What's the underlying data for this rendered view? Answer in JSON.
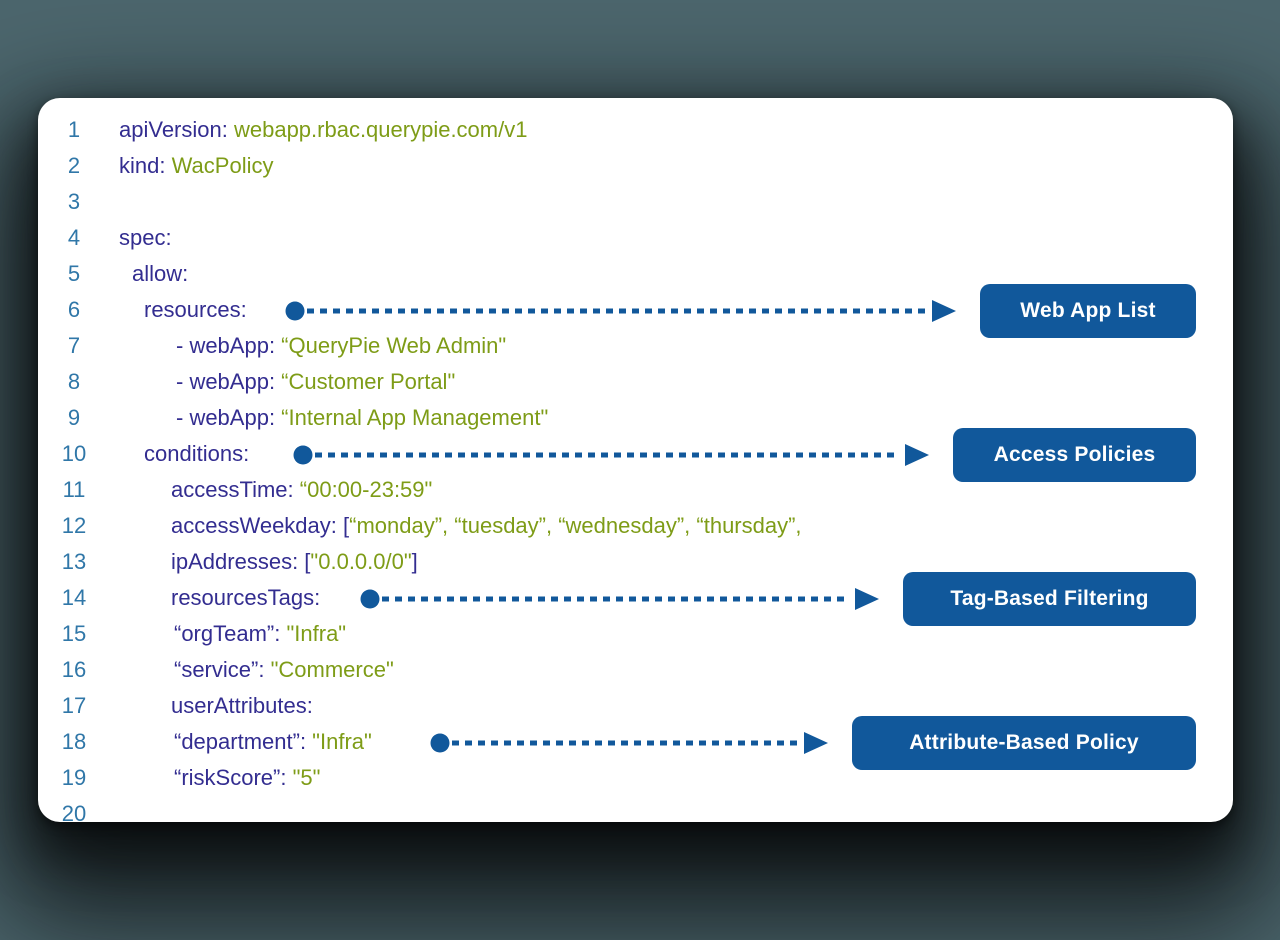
{
  "page": {
    "background": "#4C666D"
  },
  "colors": {
    "key": "#332D90",
    "value": "#7E9C17",
    "lineNumber": "#3077A8",
    "accent": "#11589B",
    "cardBackground": "#FFFFFF"
  },
  "editor": {
    "language": "yaml",
    "lines": [
      {
        "num": "1",
        "indent": 0,
        "tokens": [
          {
            "c": "key",
            "t": "apiVersion:"
          },
          {
            "c": "val",
            "t": " webapp.rbac.querypie.com/v1"
          }
        ]
      },
      {
        "num": "2",
        "indent": 0,
        "tokens": [
          {
            "c": "key",
            "t": "kind:"
          },
          {
            "c": "val",
            "t": " WacPolicy"
          }
        ]
      },
      {
        "num": "3",
        "indent": 0,
        "tokens": []
      },
      {
        "num": "4",
        "indent": 0,
        "tokens": [
          {
            "c": "key",
            "t": "spec:"
          }
        ]
      },
      {
        "num": "5",
        "indent": 13,
        "tokens": [
          {
            "c": "key",
            "t": "allow:"
          }
        ]
      },
      {
        "num": "6",
        "indent": 25,
        "tokens": [
          {
            "c": "key",
            "t": "resources:"
          }
        ]
      },
      {
        "num": "7",
        "indent": 57,
        "tokens": [
          {
            "c": "key",
            "t": "- webApp:"
          },
          {
            "c": "val",
            "t": " “QueryPie Web Admin\""
          }
        ]
      },
      {
        "num": "8",
        "indent": 57,
        "tokens": [
          {
            "c": "key",
            "t": "- webApp:"
          },
          {
            "c": "val",
            "t": " “Customer Portal\""
          }
        ]
      },
      {
        "num": "9",
        "indent": 57,
        "tokens": [
          {
            "c": "key",
            "t": "- webApp:"
          },
          {
            "c": "val",
            "t": " “Internal App Management\""
          }
        ]
      },
      {
        "num": "10",
        "indent": 25,
        "tokens": [
          {
            "c": "key",
            "t": "conditions:"
          }
        ]
      },
      {
        "num": "11",
        "indent": 52,
        "tokens": [
          {
            "c": "key",
            "t": "accessTime:"
          },
          {
            "c": "val",
            "t": " “00:00-23:59\""
          }
        ]
      },
      {
        "num": "12",
        "indent": 52,
        "tokens": [
          {
            "c": "key",
            "t": "accessWeekday:"
          },
          {
            "c": "key",
            "t": " ["
          },
          {
            "c": "val",
            "t": "“monday”, “tuesday”, “wednesday”, “thursday”,"
          }
        ]
      },
      {
        "num": "13",
        "indent": 52,
        "tokens": [
          {
            "c": "key",
            "t": "ipAddresses:"
          },
          {
            "c": "key",
            "t": " ["
          },
          {
            "c": "val",
            "t": "\"0.0.0.0/0\""
          },
          {
            "c": "key",
            "t": "]"
          }
        ]
      },
      {
        "num": "14",
        "indent": 52,
        "tokens": [
          {
            "c": "key",
            "t": "resourcesTags:"
          }
        ]
      },
      {
        "num": "15",
        "indent": 55,
        "tokens": [
          {
            "c": "key",
            "t": "“orgTeam”:"
          },
          {
            "c": "val",
            "t": " \"Infra\""
          }
        ]
      },
      {
        "num": "16",
        "indent": 55,
        "tokens": [
          {
            "c": "key",
            "t": "“service”:"
          },
          {
            "c": "val",
            "t": " \"Commerce\""
          }
        ]
      },
      {
        "num": "17",
        "indent": 52,
        "tokens": [
          {
            "c": "key",
            "t": "userAttributes:"
          }
        ]
      },
      {
        "num": "18",
        "indent": 55,
        "tokens": [
          {
            "c": "key",
            "t": "“department”:"
          },
          {
            "c": "val",
            "t": " \"Infra\""
          }
        ]
      },
      {
        "num": "19",
        "indent": 55,
        "tokens": [
          {
            "c": "key",
            "t": "“riskScore”:"
          },
          {
            "c": "val",
            "t": " \"5\""
          }
        ]
      },
      {
        "num": "20",
        "indent": 0,
        "tokens": []
      }
    ]
  },
  "annotations": [
    {
      "label": "Web App List"
    },
    {
      "label": "Access Policies"
    },
    {
      "label": "Tag-Based Filtering"
    },
    {
      "label": "Attribute-Based Policy"
    }
  ]
}
